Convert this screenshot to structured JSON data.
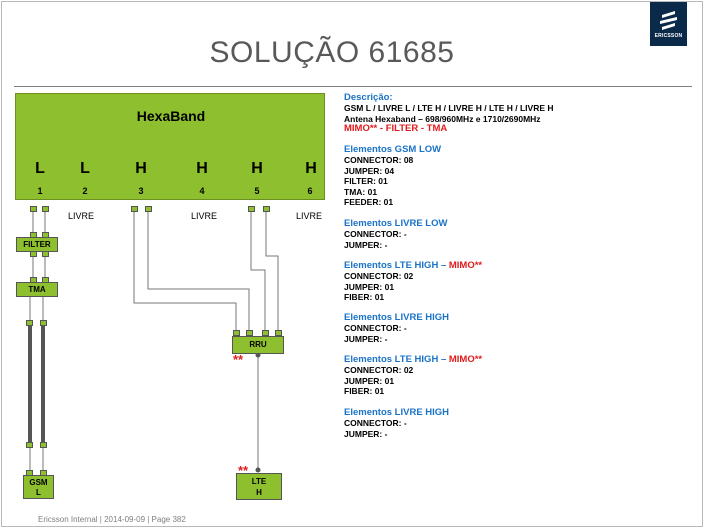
{
  "title": "SOLUÇÃO 61685",
  "logo": {
    "label": "ERICSSON"
  },
  "footer": "Ericsson Internal  |  2014-09-09  |  Page 382",
  "diagram": {
    "hexaband_label": "HexaBand",
    "bands": [
      "L",
      "L",
      "H",
      "H",
      "H",
      "H"
    ],
    "ports": [
      "1",
      "2",
      "3",
      "4",
      "5",
      "6"
    ],
    "livre": [
      "LIVRE",
      "LIVRE",
      "LIVRE"
    ],
    "filter_label": "FILTER",
    "tma_label": "TMA",
    "rru_label": "RRU",
    "gsm_label": [
      "GSM",
      "L"
    ],
    "lte_label": [
      "LTE",
      "H"
    ],
    "mimo_mark": "**"
  },
  "description": {
    "heading": "Descrição:",
    "line1": "GSM L / LIVRE L / LTE H / LIVRE H / LTE H / LIVRE H",
    "line2": "Antena Hexaband – 698/960MHz  e  1710/2690MHz",
    "line3": "MIMO** - FILTER - TMA"
  },
  "sections": [
    {
      "title": "Elementos GSM LOW",
      "mimo": "",
      "items": [
        "CONNECTOR: 08",
        "JUMPER: 04",
        "FILTER: 01",
        "TMA: 01",
        "FEEDER: 01"
      ]
    },
    {
      "title": "Elementos LIVRE LOW",
      "mimo": "",
      "items": [
        "CONNECTOR: -",
        "JUMPER: -"
      ]
    },
    {
      "title": "Elementos LTE HIGH",
      "mimo": "MIMO**",
      "items": [
        "CONNECTOR: 02",
        "JUMPER: 01",
        "FIBER: 01"
      ]
    },
    {
      "title": "Elementos LIVRE HIGH",
      "mimo": "",
      "items": [
        "CONNECTOR: -",
        "JUMPER: -"
      ]
    },
    {
      "title": "Elementos LTE HIGH",
      "mimo": "MIMO**",
      "items": [
        "CONNECTOR: 02",
        "JUMPER: 01",
        "FIBER: 01"
      ]
    },
    {
      "title": "Elementos LIVRE HIGH",
      "mimo": "",
      "items": [
        "CONNECTOR: -",
        "JUMPER: -"
      ]
    }
  ],
  "colors": {
    "antenna_green": "#8dbf2e",
    "heading_blue": "#1a73c8",
    "mimo_red": "#e11b1b",
    "ericsson_navy": "#0b2a4a"
  }
}
